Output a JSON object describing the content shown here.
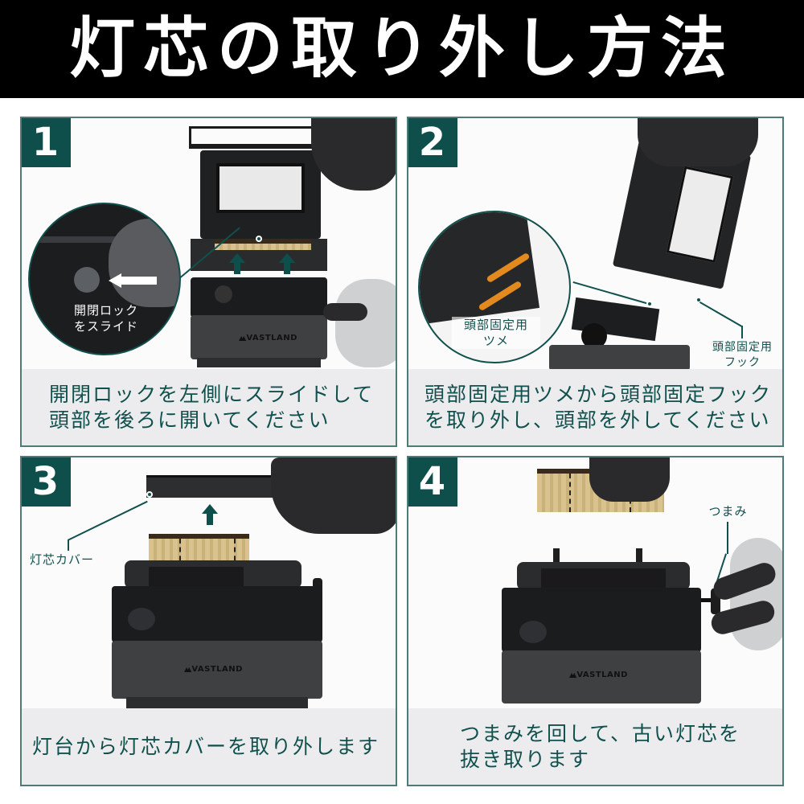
{
  "header": {
    "title": "灯芯の取り外し方法"
  },
  "colors": {
    "header_bg": "#000000",
    "accent_teal": "#0e4f4c",
    "caption_bg": "#ececee",
    "caption_text": "#10504d",
    "panel_border": "#4f7a78"
  },
  "steps": [
    {
      "number": "1",
      "callouts": [
        "開閉ロック",
        "をスライド"
      ],
      "brand": "VASTLAND",
      "caption_lines": [
        "開閉ロックを左側にスライドして",
        "頭部を後ろに開いてください"
      ]
    },
    {
      "number": "2",
      "callouts": [
        {
          "lines": [
            "頭部固定用",
            "ツメ"
          ]
        },
        {
          "lines": [
            "頭部固定用",
            "フック"
          ]
        }
      ],
      "caption_lines": [
        "頭部固定用ツメから頭部固定フック",
        "を取り外し、頭部を外してください"
      ]
    },
    {
      "number": "3",
      "callouts": [
        "灯芯カバー"
      ],
      "brand": "VASTLAND",
      "caption_lines": [
        "灯台から灯芯カバーを取り外します"
      ]
    },
    {
      "number": "4",
      "callouts": [
        "つまみ"
      ],
      "brand": "VASTLAND",
      "caption_lines": [
        "つまみを回して、古い灯芯を",
        "抜き取ります"
      ]
    }
  ]
}
